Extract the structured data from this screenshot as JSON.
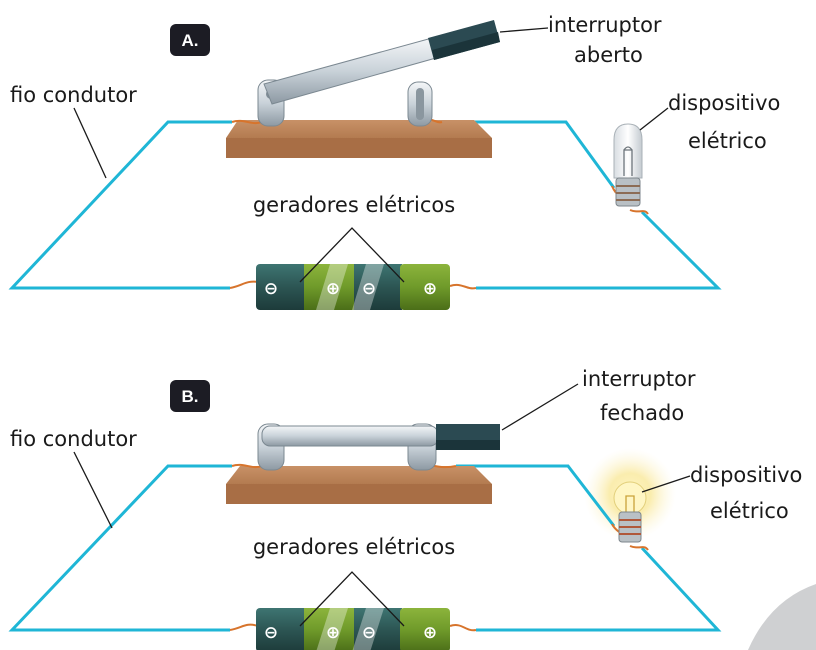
{
  "panel_a": {
    "badge": "A.",
    "switch_label_line1": "interruptor",
    "switch_label_line2": "aberto",
    "wire_label": "fio condutor",
    "device_label_line1": "dispositivo",
    "device_label_line2": "elétrico",
    "generators_label": "geradores elétricos",
    "battery_left": {
      "neg": "⊖",
      "pos": "⊕"
    },
    "battery_right": {
      "neg": "⊖",
      "pos": "⊕"
    }
  },
  "panel_b": {
    "badge": "B.",
    "switch_label_line1": "interruptor",
    "switch_label_line2": "fechado",
    "wire_label": "fio condutor",
    "device_label_line1": "dispositivo",
    "device_label_line2": "elétrico",
    "generators_label": "geradores elétricos",
    "battery_left": {
      "neg": "⊖",
      "pos": "⊕"
    },
    "battery_right": {
      "neg": "⊖",
      "pos": "⊕"
    }
  },
  "colors": {
    "wire": "#1fb6d6",
    "base": "#b98257",
    "badge": "#1c1c24",
    "battery_dark": "#2f5c5a",
    "battery_green": "#6f9a2a",
    "switch_handle": "#2b4a52",
    "lamp_glow": "#f7e27a"
  }
}
